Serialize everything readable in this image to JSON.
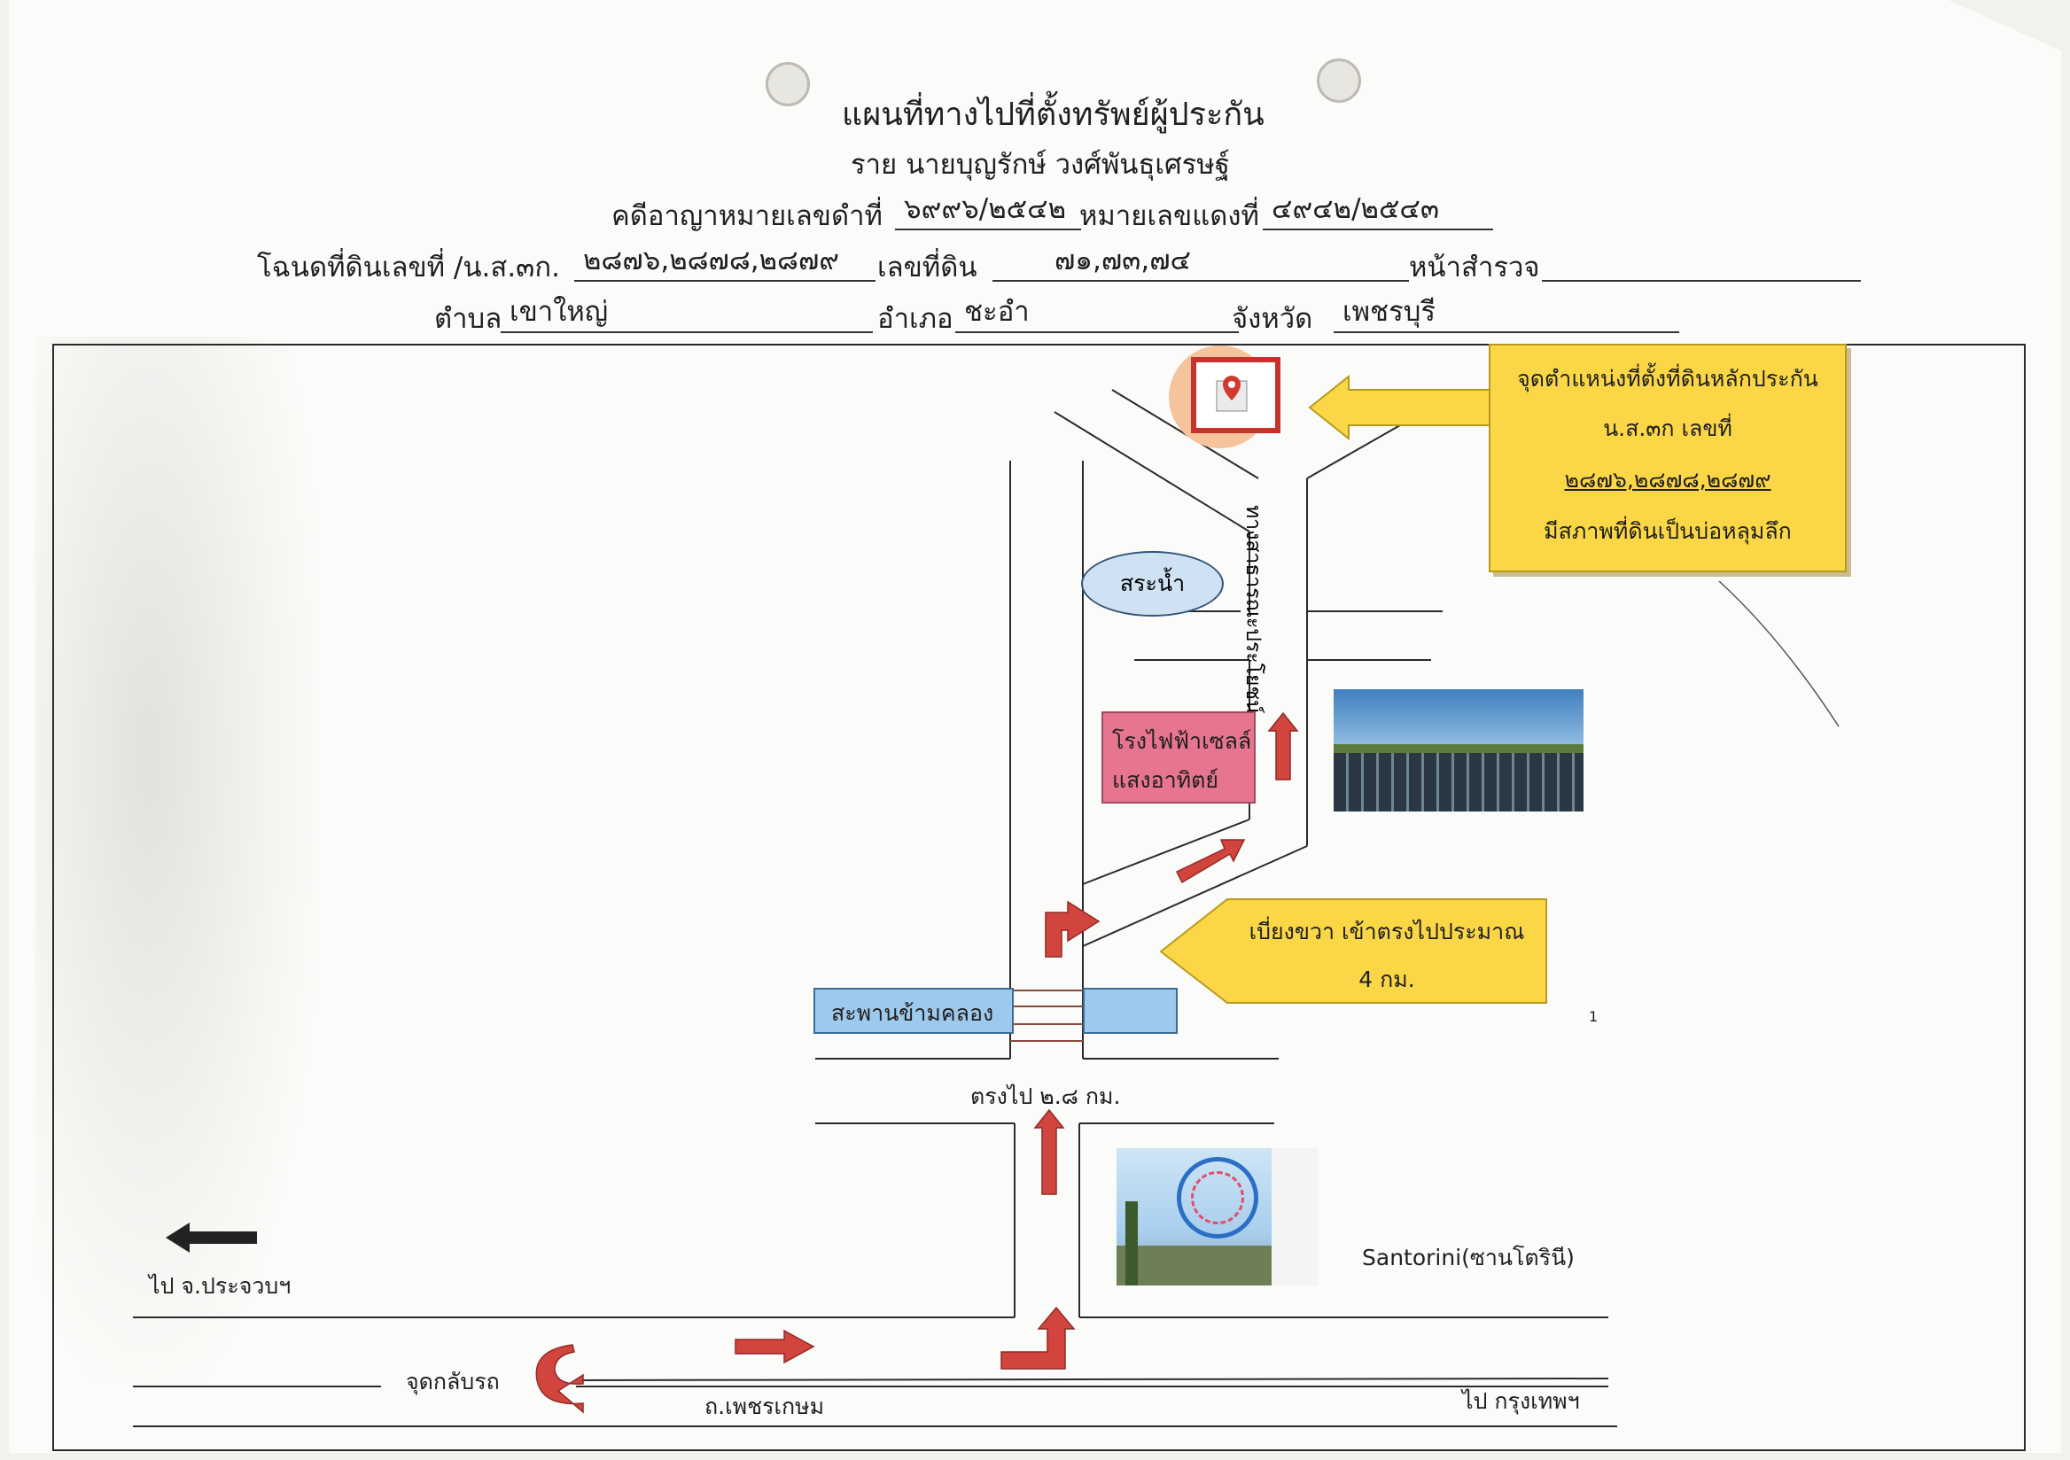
{
  "header": {
    "title": "แผนที่ทางไปที่ตั้งทรัพย์ผู้ประกัน",
    "owner": "ราย นายบุญรักษ์  วงศ์พันธุเศรษฐ์",
    "case_black_label": "คดีอาญาหมายเลขดำที่",
    "case_black_value": "๖๙๙๖/๒๕๔๒",
    "case_red_label": "หมายเลขแดงที่",
    "case_red_value": "๔๙๔๒/๒๕๔๓",
    "deed_label": "โฉนดที่ดินเลขที่ /น.ส.๓ก.",
    "deed_value": "๒๘๗๖,๒๘๗๘,๒๘๗๙",
    "land_no_label": "เลขที่ดิน",
    "land_no_value": "๗๑,๗๓,๗๔",
    "survey_label": "หน้าสำรวจ",
    "subdistrict_label": "ตำบล",
    "subdistrict_value": "เขาใหญ่",
    "district_label": "อำเภอ",
    "district_value": "ชะอำ",
    "province_label": "จังหวัด",
    "province_value": "เพชรบุรี"
  },
  "map": {
    "location_box": {
      "line1": "จุดตำแหน่งที่ตั้งที่ดินหลักประกัน",
      "line2": "น.ส.๓ก เลขที่",
      "line3": "๒๘๗๖,๒๘๗๘,๒๘๗๙",
      "line4": "มีสภาพที่ดินเป็นบ่อหลุมลึก"
    },
    "pond": "สระน้ำ",
    "public_road": "ทางสาธารณะประโยชน์",
    "solar_plant": [
      "โรงไฟฟ้าเซลล์",
      "แสงอาทิตย์"
    ],
    "turn_note": [
      "เบี่ยงขวา เข้าตรงไปประมาณ",
      "4 กม."
    ],
    "bridge": "สะพานข้ามคลอง",
    "straight_note": "ตรงไป ๒.๘ กม.",
    "santorini": "Santorini(ซานโตรินี)",
    "to_prachuap": "ไป จ.ประจวบฯ",
    "u_turn": "จุดกลับรถ",
    "highway": "ถ.เพชรเกษม",
    "to_bangkok": "ไป กรุงเทพฯ",
    "small_mark": "1"
  },
  "colors": {
    "arrow_red": "#d2453f",
    "yellow": "#fbd747",
    "pink": "#e8758f",
    "blue": "#9cc9ec",
    "marker_bg": "#f5c49d"
  },
  "icons": [
    "map-pin-icon",
    "arrow-left-icon",
    "arrow-up-icon",
    "arrow-right-icon",
    "u-turn-icon",
    "turn-right-icon"
  ]
}
